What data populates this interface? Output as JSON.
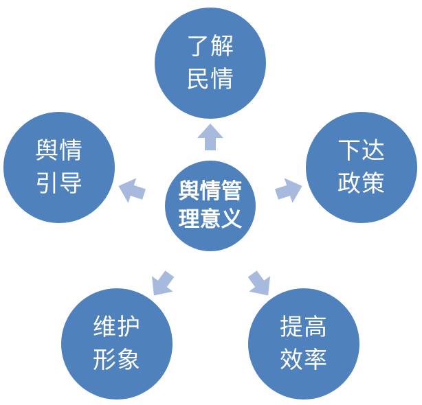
{
  "colors": {
    "node_fill": "#4f81bd",
    "arrow_fill": "#a7b9dc",
    "background": "#ffffff"
  },
  "center": {
    "line1": "舆情管",
    "line2": "理意义"
  },
  "nodes": {
    "top": {
      "line1": "了解",
      "line2": "民情"
    },
    "right": {
      "line1": "下达",
      "line2": "政策"
    },
    "bottom_right": {
      "line1": "提高",
      "line2": "效率"
    },
    "bottom_left": {
      "line1": "维护",
      "line2": "形象"
    },
    "left": {
      "line1": "舆情",
      "line2": "引导"
    }
  }
}
